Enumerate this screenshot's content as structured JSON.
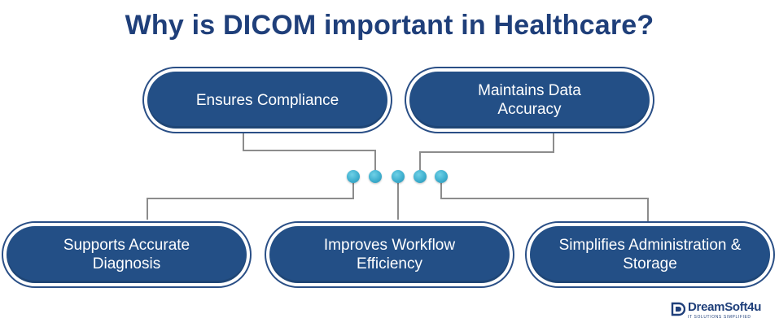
{
  "title": "Why is DICOM important in Healthcare?",
  "nodes": {
    "compliance": "Ensures Compliance",
    "accuracy": "Maintains Data Accuracy",
    "diagnosis": "Supports Accurate Diagnosis",
    "workflow": "Improves Workflow Efficiency",
    "administration": "Simplifies Administration & Storage"
  },
  "connector_dots": 5,
  "logo": {
    "name": "DreamSoft4u",
    "tagline": "IT SOLUTIONS SIMPLIFIED"
  },
  "colors": {
    "title": "#1f3f7a",
    "pill_fill": "#234f86",
    "pill_outline": "#2a4f86",
    "dot": "#3fb0cf",
    "wire": "#8c8c8c"
  }
}
